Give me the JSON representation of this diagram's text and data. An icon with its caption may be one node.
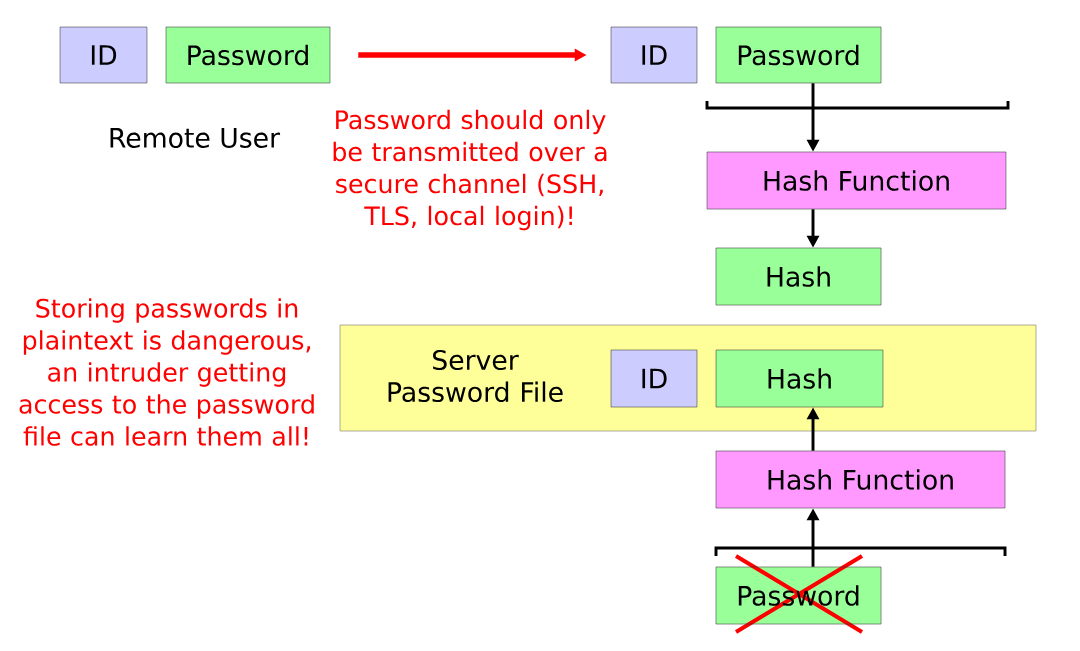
{
  "diagram": {
    "nodes": [
      {
        "text": [
          "ID"
        ]
      },
      {
        "text": [
          "Password"
        ]
      },
      {
        "text": [
          "ID"
        ]
      },
      {
        "text": [
          "Password"
        ]
      },
      {
        "text": [
          "Hash Function"
        ]
      },
      {
        "text": [
          "Hash"
        ]
      },
      {
        "text": [
          "Server Password File"
        ]
      },
      {
        "text": [
          "ID"
        ],
        "in": 6
      },
      {
        "text": [
          "Hash"
        ],
        "in": 6
      },
      {
        "text": [
          "Hash Function"
        ]
      },
      {
        "text": [
          "Password"
        ]
      }
    ],
    "edges": [
      {
        "from": 1,
        "to": 2,
        "arrow": "to",
        "style": "thick",
        "color": "#ff0000"
      },
      {
        "from": 3,
        "to": 4,
        "arrow": "to"
      },
      {
        "from": 4,
        "to": 5,
        "arrow": "to"
      },
      {
        "from": 9,
        "to": 8,
        "arrow": "to"
      },
      {
        "from": 10,
        "to": 9,
        "arrow": "to"
      }
    ],
    "labels": [
      "Remote User",
      "Password should only be transmitted over a secure channel (SSH, TLS, local login)!",
      "Storing passwords in plaintext is dangerous, an intruder getting access to the password file can learn them all!"
    ]
  }
}
